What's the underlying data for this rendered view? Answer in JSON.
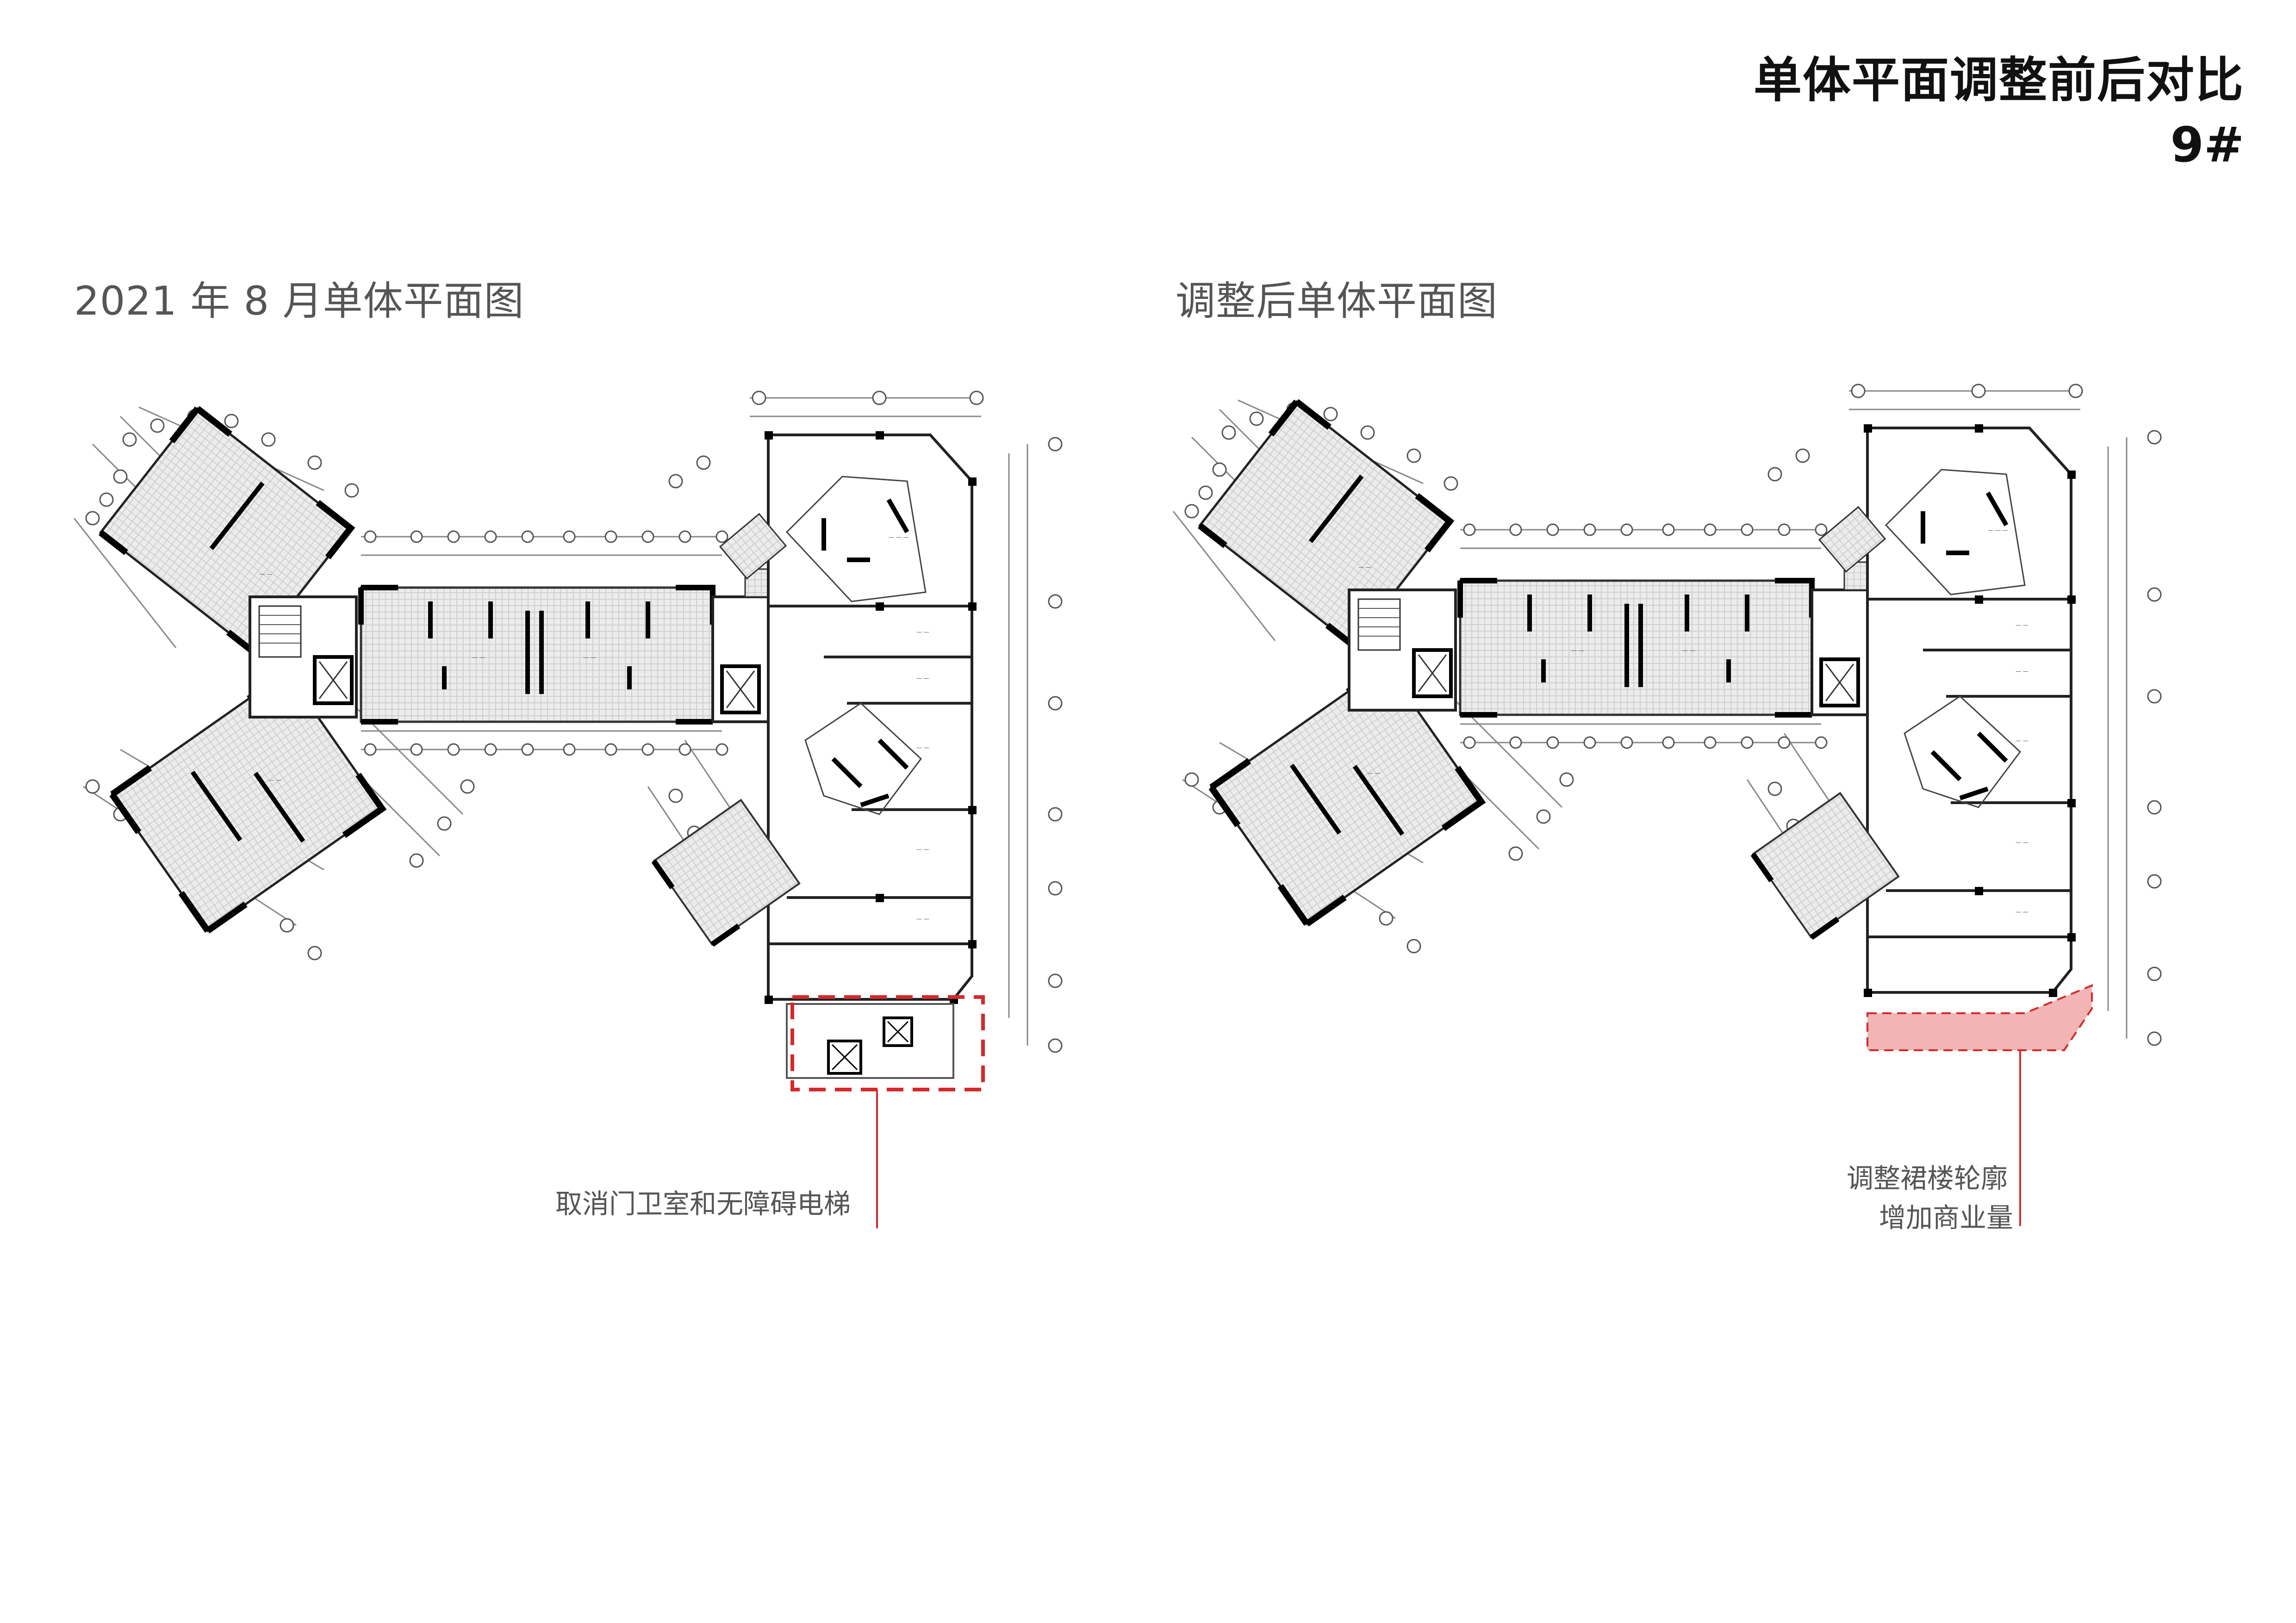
{
  "header": {
    "title": "单体平面调整前后对比",
    "building": "9#"
  },
  "panels": {
    "before": {
      "title": "2021 年 8 月单体平面图",
      "note": "取消门卫室和无障碍电梯"
    },
    "after": {
      "title": "调整后单体平面图",
      "note_line1": "调整裙楼轮廓",
      "note_line2": "增加商业量"
    }
  },
  "colors": {
    "highlight_dash": "#d42a2a",
    "highlight_fill": "#f0a7a7",
    "leader_line": "#d42a2a",
    "wall": "#111111",
    "hatch": "#cfcfcf"
  }
}
